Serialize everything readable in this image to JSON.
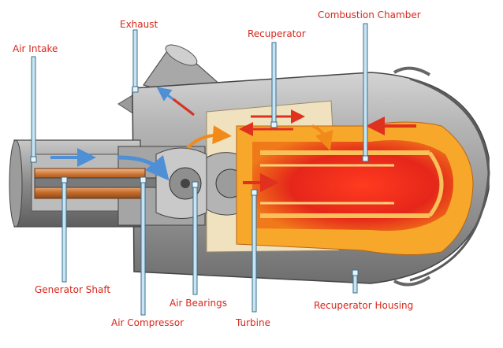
{
  "labels": {
    "exhaust": "Exhaust",
    "combustion_chamber": "Combustion Chamber",
    "recuperator": "Recuperator",
    "air_intake": "Air Intake",
    "generator_shaft": "Generator Shaft",
    "air_bearings": "Air Bearings",
    "air_compressor": "Air Compressor",
    "turbine": "Turbine",
    "recuperator_housing": "Recuperator Housing"
  },
  "colors": {
    "label_text": "#d8261b",
    "pointer_fill": "#c8e4f2",
    "pointer_stroke": "#3a6f8e",
    "housing": "#9a9a9a",
    "hot_core": "#e8241c",
    "warm_flow": "#f6a400",
    "cool_flow": "#4f8fd6"
  }
}
